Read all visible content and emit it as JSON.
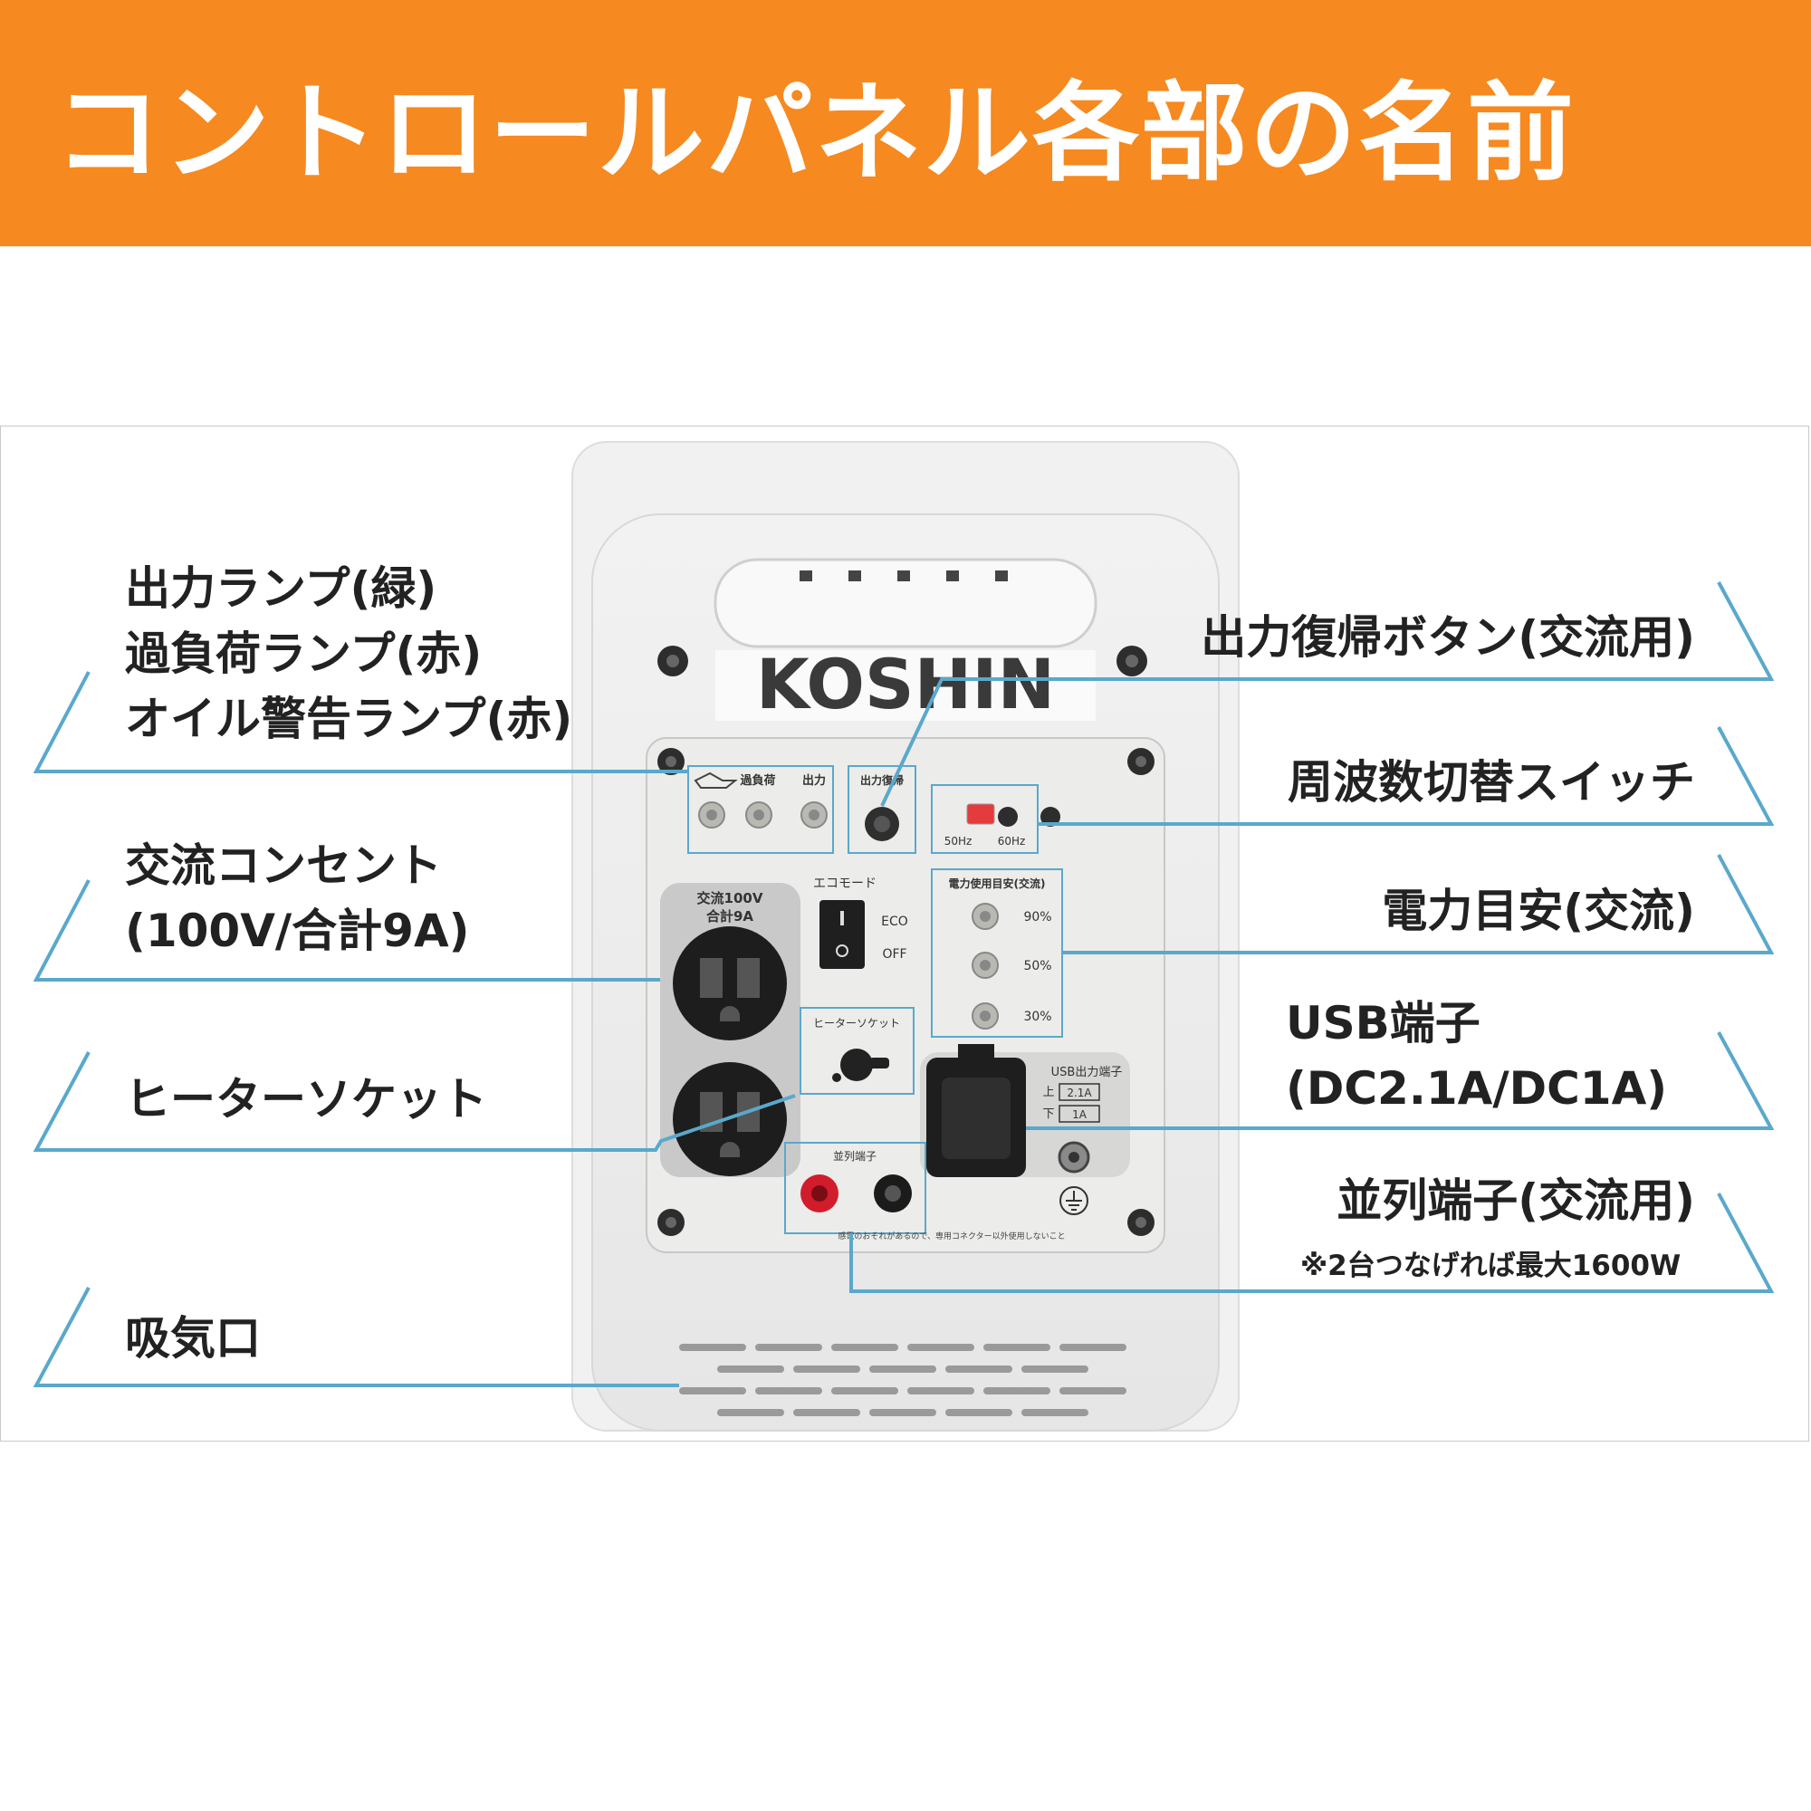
{
  "header": {
    "title": "コントロールパネル各部の名前"
  },
  "left_labels": {
    "lamps": [
      "出力ランプ(緑)",
      "過負荷ランプ(赤)",
      "オイル警告ランプ(赤)"
    ],
    "ac_outlet": [
      "交流コンセント",
      "(100V/合計9A)"
    ],
    "heater_socket": "ヒーターソケット",
    "air_intake": "吸気口"
  },
  "right_labels": {
    "reset_button": "出力復帰ボタン(交流用)",
    "freq_switch": "周波数切替スイッチ",
    "power_meter": "電力目安(交流)",
    "usb": [
      "USB端子",
      "(DC2.1A/DC1A)"
    ],
    "parallel": "並列端子(交流用)",
    "parallel_note": "※2台つなげれば最大1600W"
  },
  "panel": {
    "brand": "KOSHIN",
    "lamp_overload": "過負荷",
    "lamp_output": "出力",
    "reset_label": "出力復帰",
    "freq_50": "50Hz",
    "freq_60": "60Hz",
    "ac_title": "交流100V",
    "ac_sub": "合計9A",
    "eco_title": "エコモード",
    "eco_on": "ECO",
    "eco_off": "OFF",
    "meter_title": "電力使用目安(交流)",
    "meter_levels": [
      "90%",
      "50%",
      "30%"
    ],
    "heater_label": "ヒーターソケット",
    "usb_title": "USB出力端子",
    "usb_upper": "上",
    "usb_upper_val": "2.1A",
    "usb_lower": "下",
    "usb_lower_val": "1A",
    "parallel_title": "並列端子",
    "warning": "感電のおそれがあるので、専用コネクター以外使用しないこと"
  },
  "colors": {
    "banner": "#f6891f",
    "leader": "#5aa8cc",
    "panel": "#ececea"
  }
}
